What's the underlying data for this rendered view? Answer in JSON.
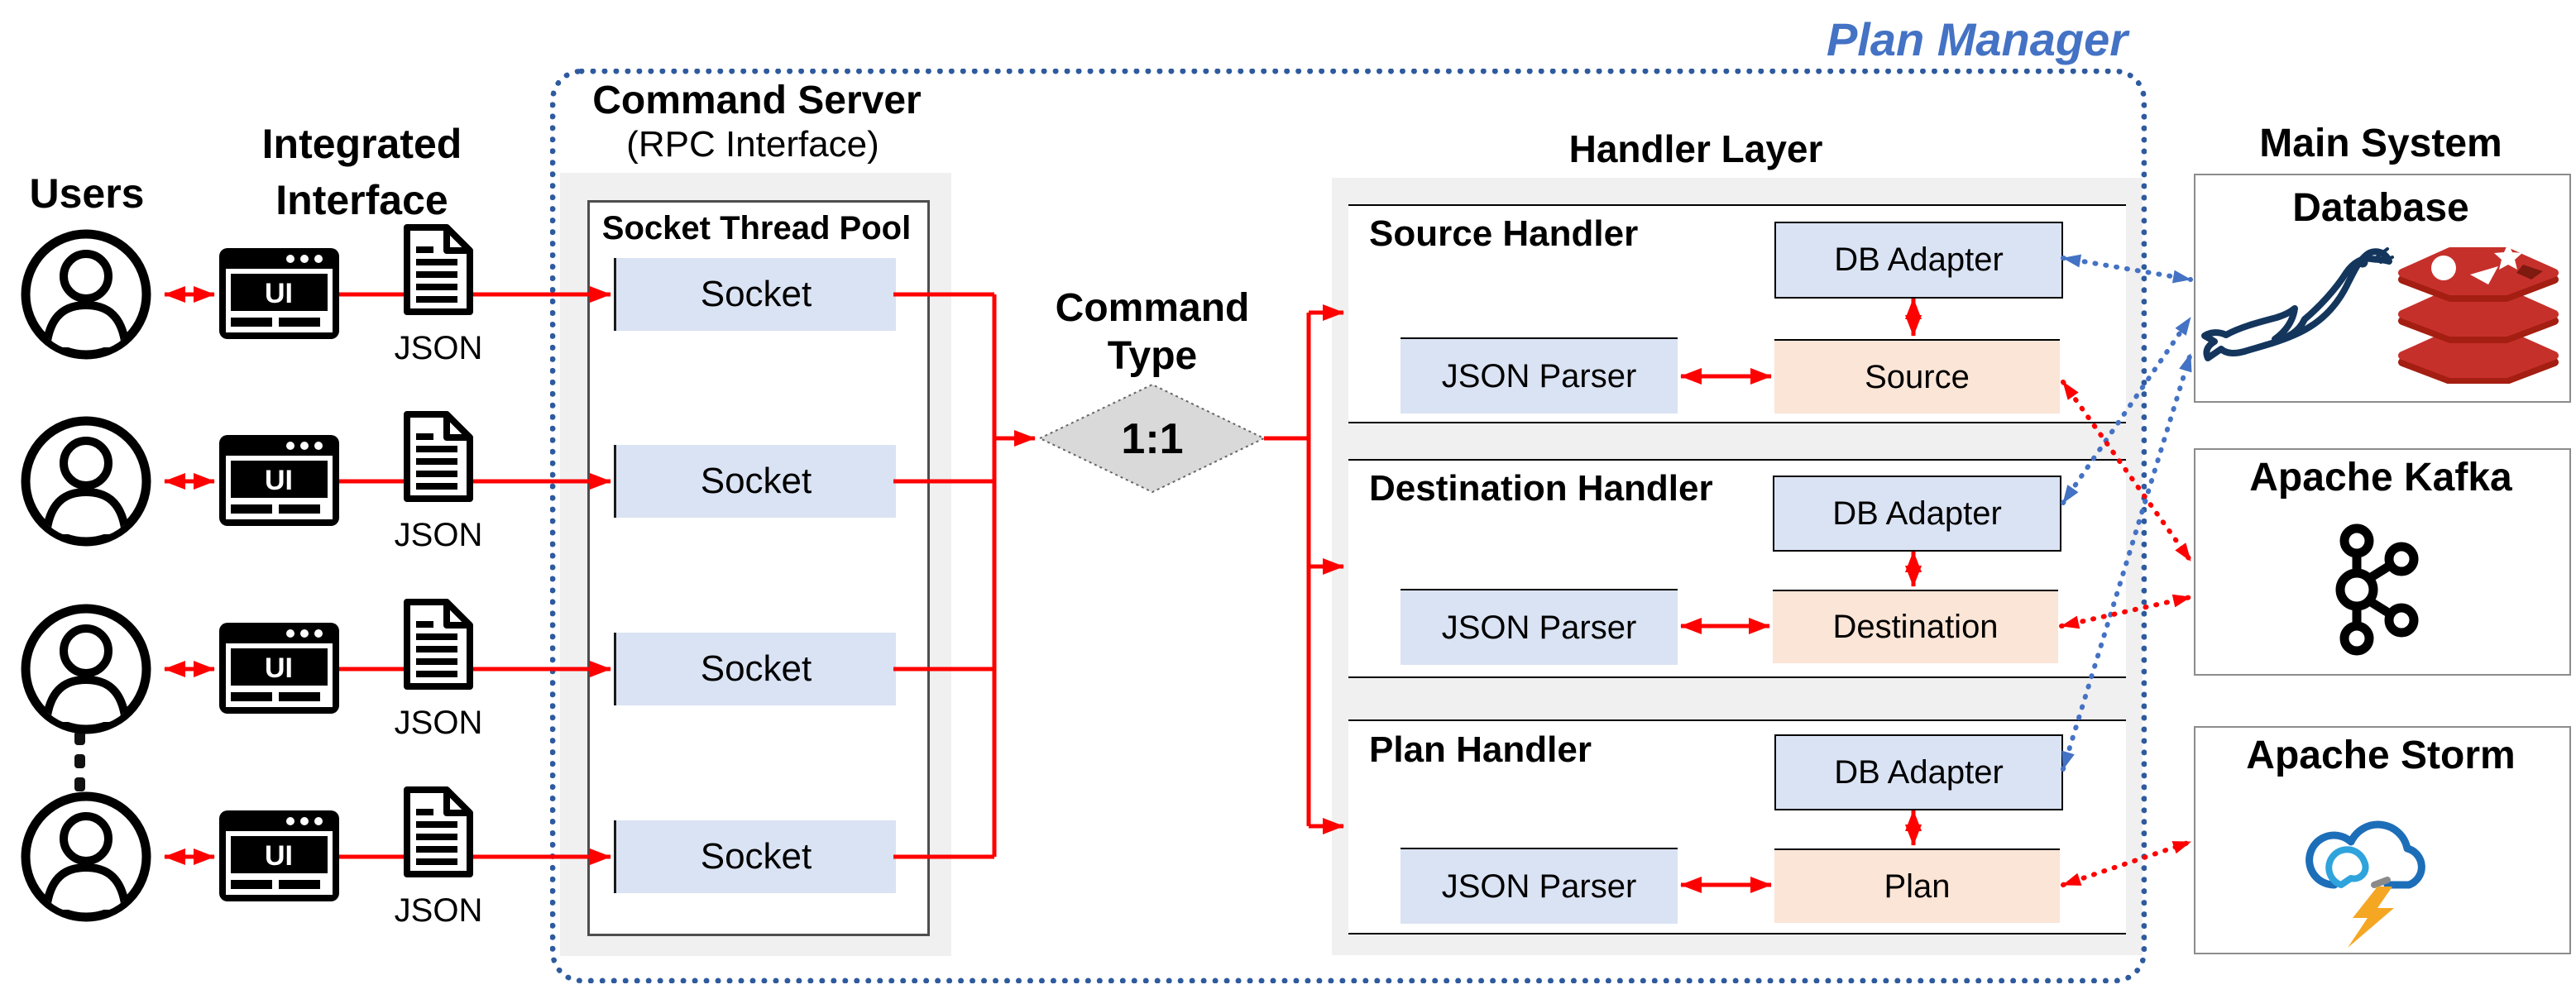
{
  "diagram_title": "Plan Manager",
  "users": {
    "label": "Users",
    "interface_line1": "Integrated",
    "interface_line2": "Interface",
    "ui_label": "UI",
    "json_caption": "JSON",
    "row_count": 4
  },
  "command_server": {
    "title": "Command Server",
    "subtitle": "(RPC Interface)",
    "pool_title": "Socket Thread Pool",
    "sockets": [
      "Socket",
      "Socket",
      "Socket",
      "Socket"
    ]
  },
  "decision": {
    "label_line1": "Command",
    "label_line2": "Type",
    "value": "1:1"
  },
  "handler_layer": {
    "title": "Handler Layer",
    "handlers": [
      {
        "title": "Source Handler",
        "adapter": "DB Adapter",
        "parser": "JSON Parser",
        "entity": "Source"
      },
      {
        "title": "Destination Handler",
        "adapter": "DB Adapter",
        "parser": "JSON Parser",
        "entity": "Destination"
      },
      {
        "title": "Plan Handler",
        "adapter": "DB Adapter",
        "parser": "JSON Parser",
        "entity": "Plan"
      }
    ]
  },
  "external_systems": [
    {
      "title_line1": "Main System",
      "title_line2": "Database",
      "logos": [
        "mariadb-logo",
        "redis-logo"
      ]
    },
    {
      "title_line1": "Apache Kafka",
      "logos": [
        "kafka-logo"
      ]
    },
    {
      "title_line1": "Apache Storm",
      "logos": [
        "storm-logo"
      ]
    }
  ],
  "colors": {
    "accent_blue_text": "#4472C4",
    "border_blue": "#2E5A9E",
    "box_blue": "#DAE3F3",
    "box_peach": "#FBE5D6",
    "panel_gray": "#F0F0F0",
    "diamond_gray": "#D9D9D9",
    "arrow_red": "#FE0000",
    "arrow_blue": "#4472C4",
    "redis_red": "#C6302B",
    "storm_orange": "#F5A623",
    "mariadb_navy": "#14365D"
  }
}
